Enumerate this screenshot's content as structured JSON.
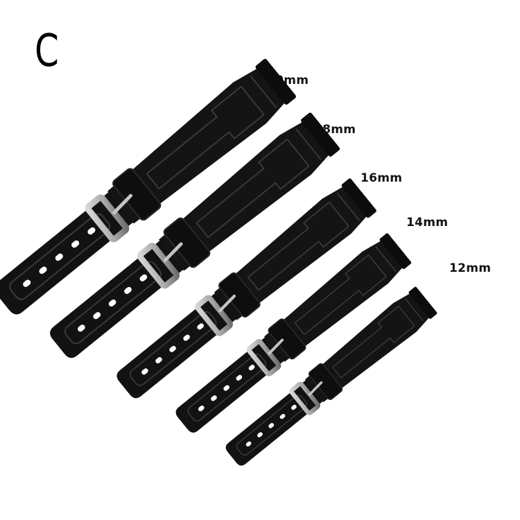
{
  "variant_letter": "C",
  "strap_widths": [
    "20mm",
    "18mm",
    "16mm",
    "14mm",
    "12mm"
  ],
  "colors": {
    "strap": "#121212",
    "strap_edge": "#2c2c2c",
    "groove": "#3a3a3a",
    "buckle": "#b9b9b9",
    "buckle_shade": "#7d7d7d"
  }
}
